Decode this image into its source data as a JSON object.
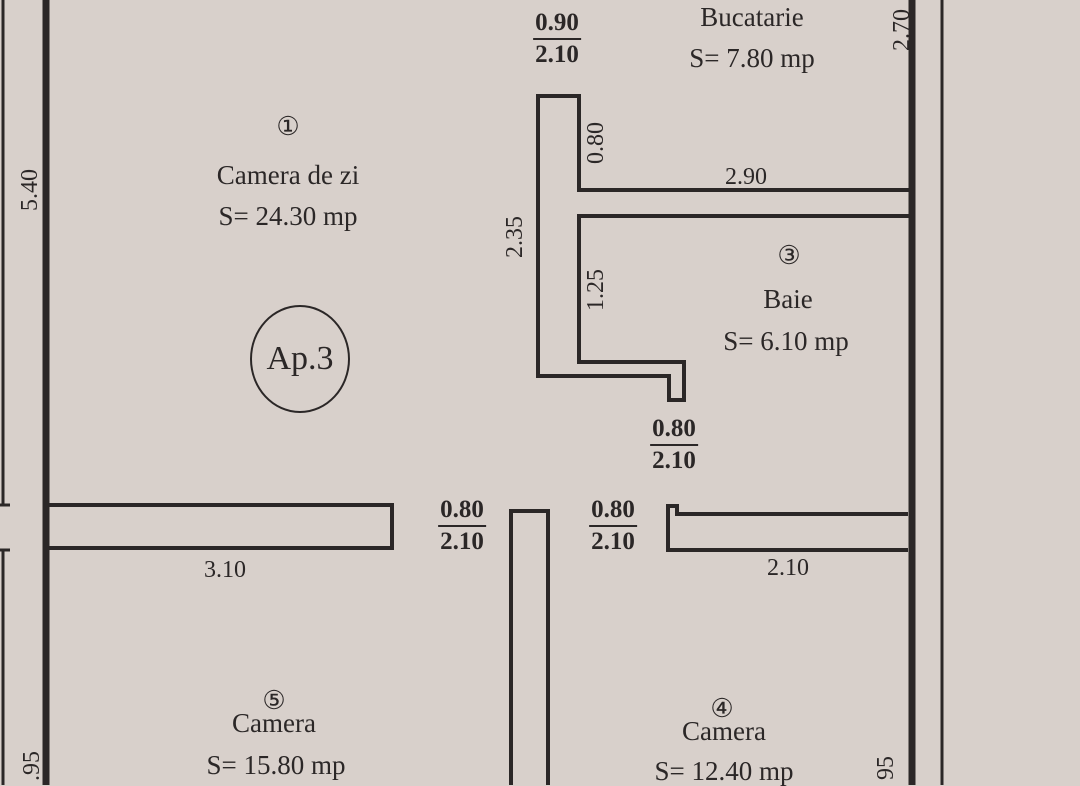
{
  "apartment": "Ap.3",
  "rooms": [
    {
      "number": "①",
      "name": "Camera de zi",
      "area": "S= 24.30 mp"
    },
    {
      "name": "Bucatarie",
      "area": "S= 7.80 mp"
    },
    {
      "number": "③",
      "name": "Baie",
      "area": "S= 6.10 mp"
    },
    {
      "number": "④",
      "name": "Camera",
      "area": "S= 12.40 mp"
    },
    {
      "number": "⑤",
      "name": "Camera",
      "area": "S= 15.80 mp"
    }
  ],
  "doors": [
    {
      "width": "0.90",
      "height": "2.10"
    },
    {
      "width": "0.80",
      "height": "2.10"
    },
    {
      "width": "0.80",
      "height": "2.10"
    },
    {
      "width": "0.80",
      "height": "2.10"
    }
  ],
  "dimensions": {
    "left_wall": "5.40",
    "bath_column": "2.35",
    "kitchen_niche": "0.80",
    "bath_niche": "1.25",
    "kitchen_right": "2.70",
    "kitchen_wall": "2.90",
    "left_partition": "3.10",
    "right_partition": "2.10",
    "bottom_left": ".95",
    "bottom_right": "95"
  }
}
